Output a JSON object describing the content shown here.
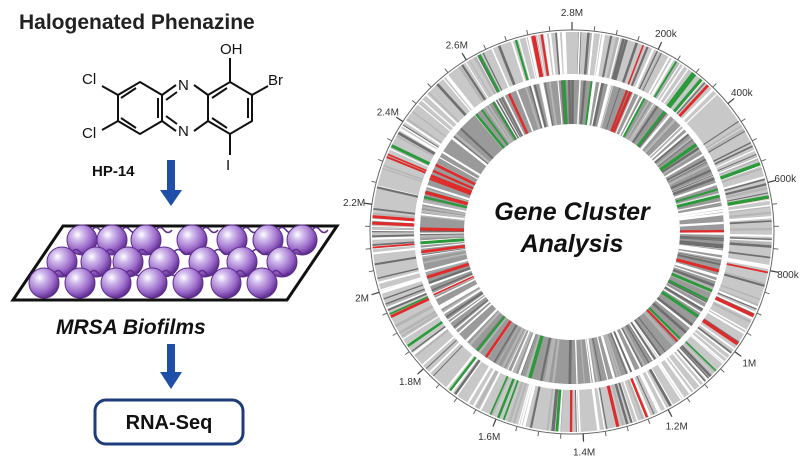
{
  "title": "Halogenated Phenazine",
  "molecule": {
    "atoms": {
      "oh": "OH",
      "br": "Br",
      "cl1": "Cl",
      "cl2": "Cl",
      "n1": "N",
      "n2": "N",
      "i": "I"
    },
    "compound": "HP-14"
  },
  "biofilm_label": "MRSA Biofilms",
  "rnaseq_label": "RNA-Seq",
  "genome": {
    "center_line1": "Gene Cluster",
    "center_line2": "Analysis",
    "ticks": [
      "2.8M",
      "200k",
      "400k",
      "600k",
      "800k",
      "1M",
      "1.2M",
      "1.4M",
      "1.6M",
      "1.8M",
      "2M",
      "2.2M",
      "2.4M",
      "2.6M"
    ],
    "tick_positions_mb": [
      0,
      0.2,
      0.4,
      0.6,
      0.8,
      1.0,
      1.2,
      1.4,
      1.6,
      1.8,
      2.0,
      2.2,
      2.4,
      2.6
    ],
    "genome_size_mb": 2.85
  },
  "colors": {
    "arrow": "#1f4fa8",
    "box_border": "#1f3c7a",
    "sphere": "#9a69c9",
    "sphere_dark": "#5e2d8f",
    "ring_gray": "#8d8d8d",
    "upregulated": "#e02b2b",
    "downregulated": "#2a9a3a"
  }
}
